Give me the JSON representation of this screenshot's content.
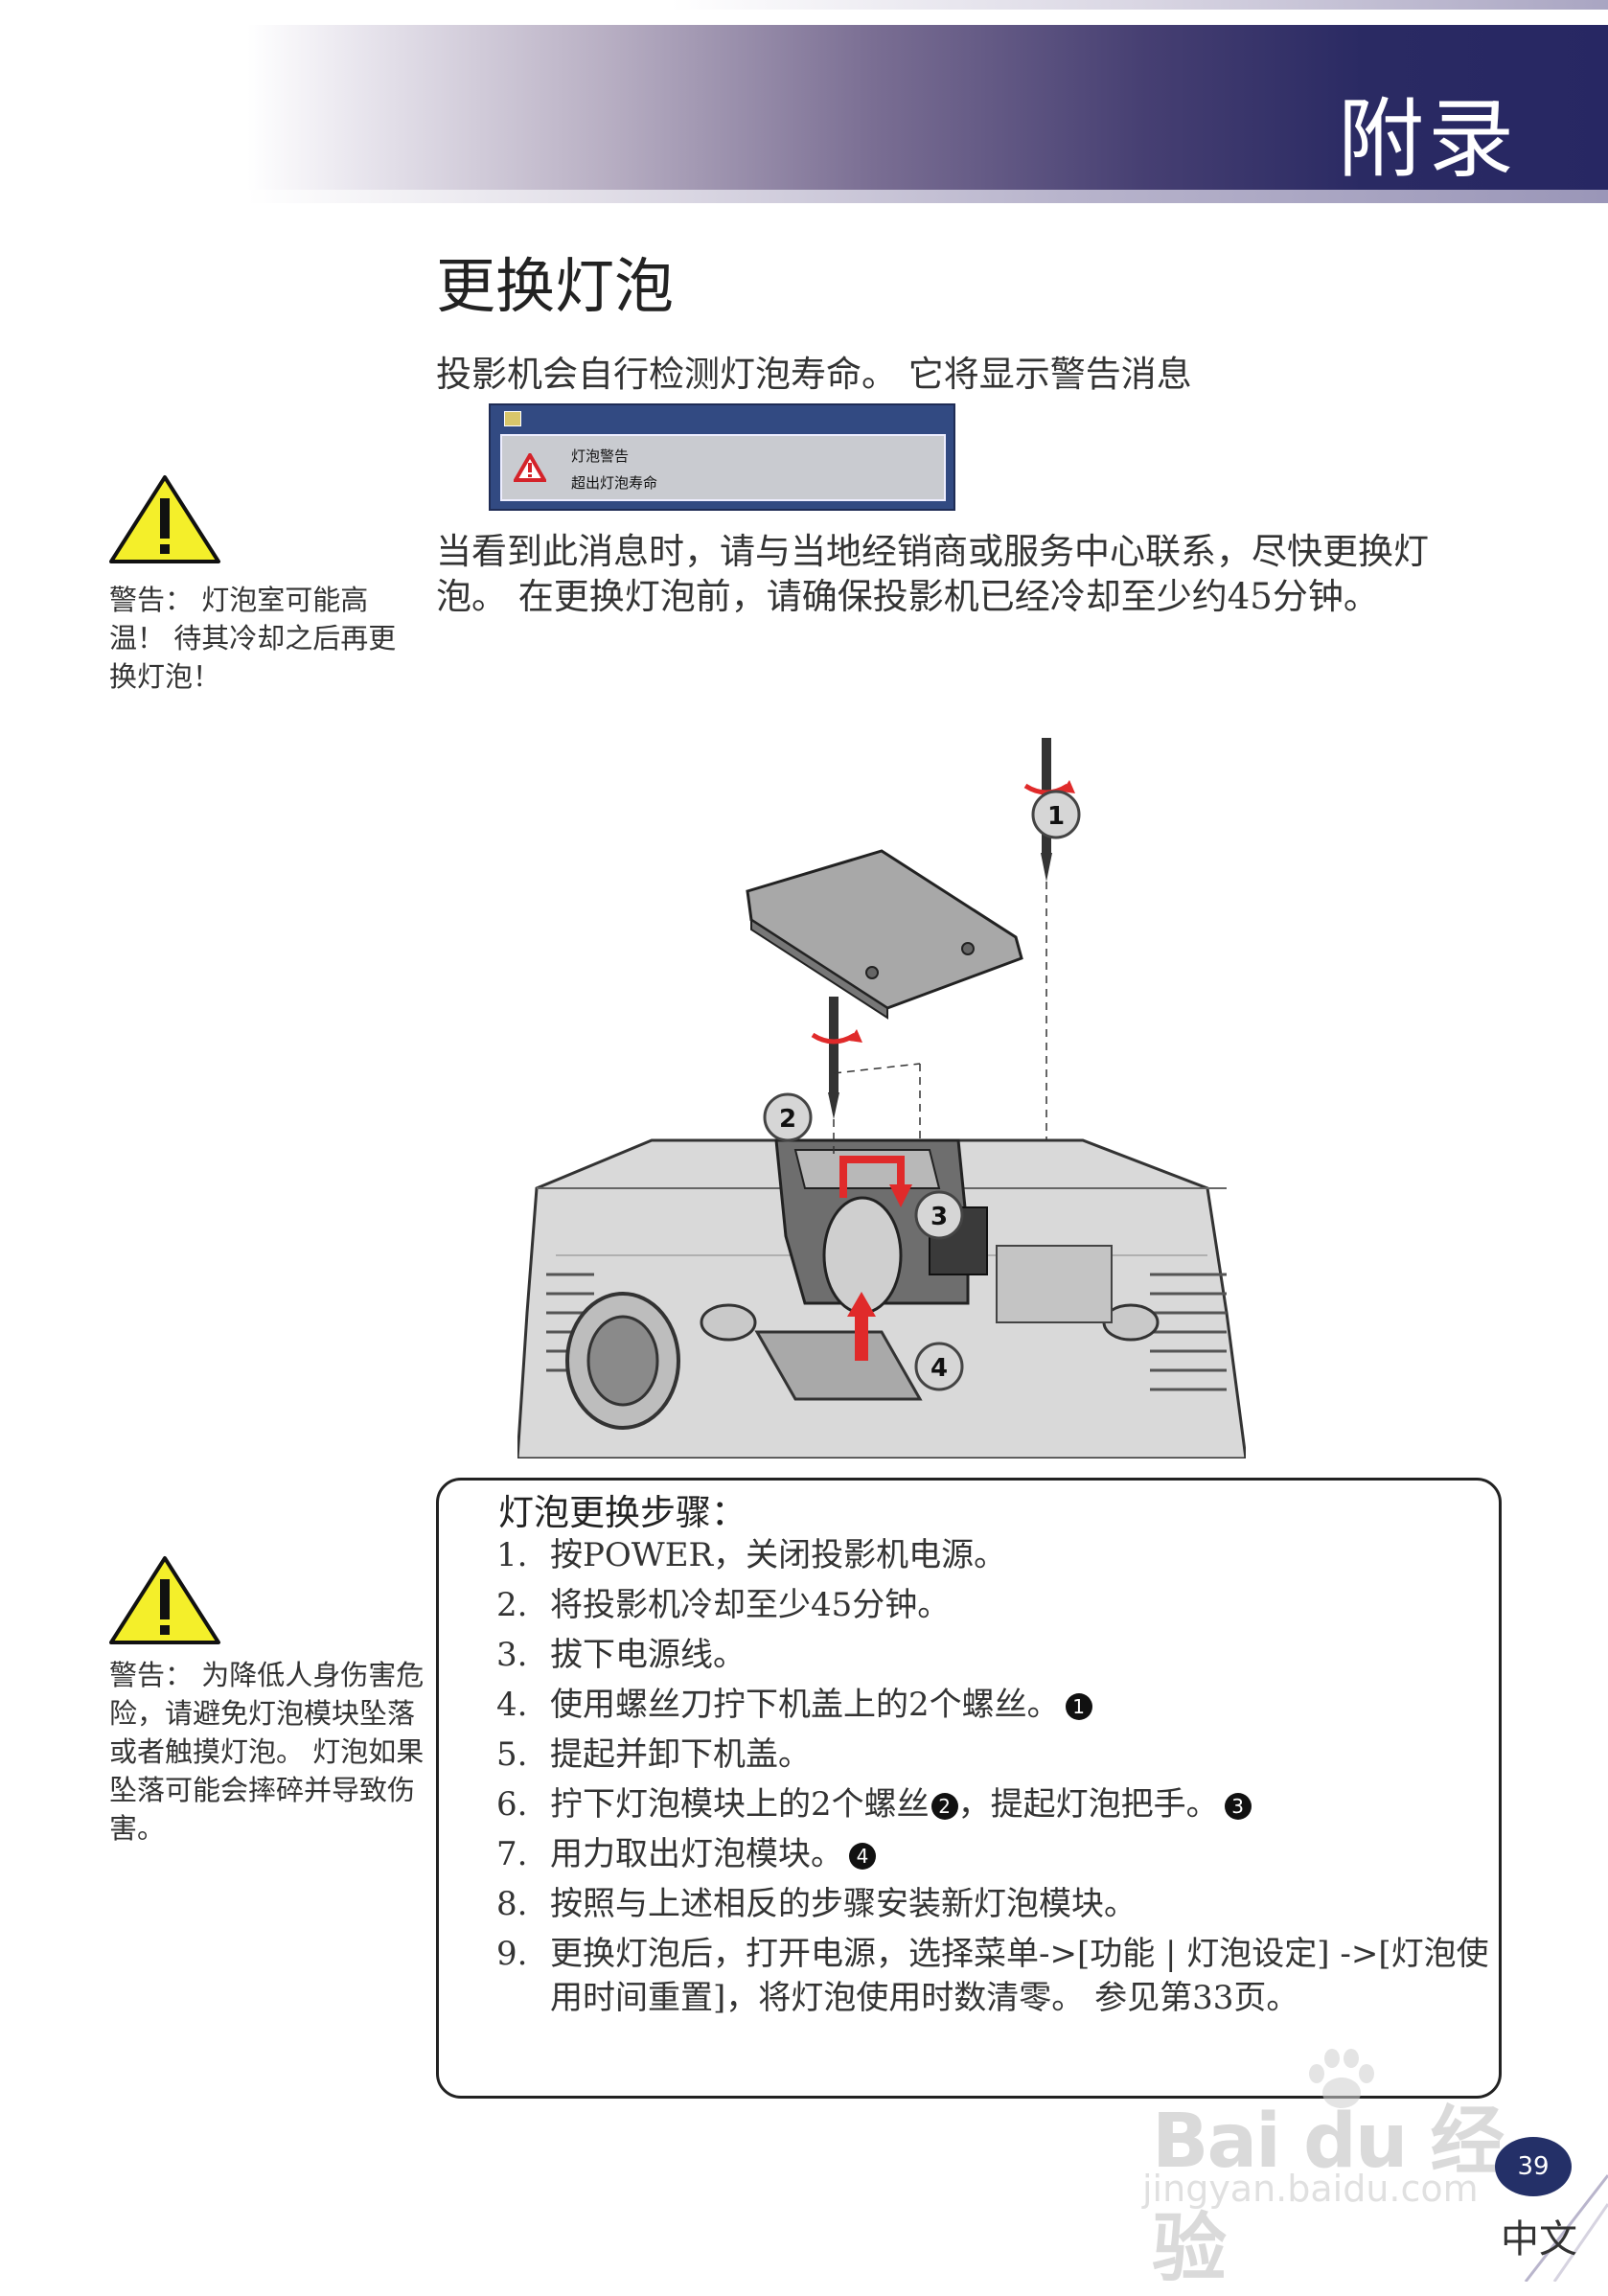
{
  "header": {
    "title": "附录"
  },
  "section": {
    "title": "更换灯泡",
    "intro": "投影机会自行检测灯泡寿命。 它将显示警告消息",
    "paragraph": "当看到此消息时，请与当地经销商或服务中心联系，尽快更换灯泡。 在更换灯泡前，请确保投影机已经冷却至少约45分钟。"
  },
  "dialog": {
    "line1": "灯泡警告",
    "line2": "超出灯泡寿命"
  },
  "warnings": [
    {
      "text": "警告： 灯泡室可能高温！ 待其冷却之后再更换灯泡！"
    },
    {
      "text": "警告： 为降低人身伤害危险，请避免灯泡模块坠落或者触摸灯泡。 灯泡如果坠落可能会摔碎并导致伤害。"
    }
  ],
  "figure": {
    "callouts": [
      "1",
      "2",
      "3",
      "4"
    ]
  },
  "steps": {
    "title": "灯泡更换步骤：",
    "items": [
      {
        "num": "1.",
        "text": "按POWER，关闭投影机电源。",
        "badges": []
      },
      {
        "num": "2.",
        "text": "将投影机冷却至少45分钟。",
        "badges": []
      },
      {
        "num": "3.",
        "text": "拔下电源线。",
        "badges": []
      },
      {
        "num": "4.",
        "text": "使用螺丝刀拧下机盖上的2个螺丝。",
        "badges": [
          "1"
        ]
      },
      {
        "num": "5.",
        "text": "提起并卸下机盖。",
        "badges": []
      },
      {
        "num": "6.",
        "text": "拧下灯泡模块上的2个螺丝",
        "text2": "，提起灯泡把手。",
        "badges": [
          "2",
          "3"
        ]
      },
      {
        "num": "7.",
        "text": "用力取出灯泡模块。",
        "badges": [
          "4"
        ]
      },
      {
        "num": "8.",
        "text": "按照与上述相反的步骤安装新灯泡模块。",
        "badges": []
      },
      {
        "num": "9.",
        "text": "更换灯泡后，打开电源，选择菜单->[功能 | 灯泡设定] ->[灯泡使用时间重置]，将灯泡使用时数清零。 参见第33页。",
        "badges": []
      }
    ]
  },
  "watermark": {
    "brand": "Bai du 经验",
    "url": "jingyan.baidu.com"
  },
  "footer": {
    "page": "39",
    "language": "中文"
  }
}
